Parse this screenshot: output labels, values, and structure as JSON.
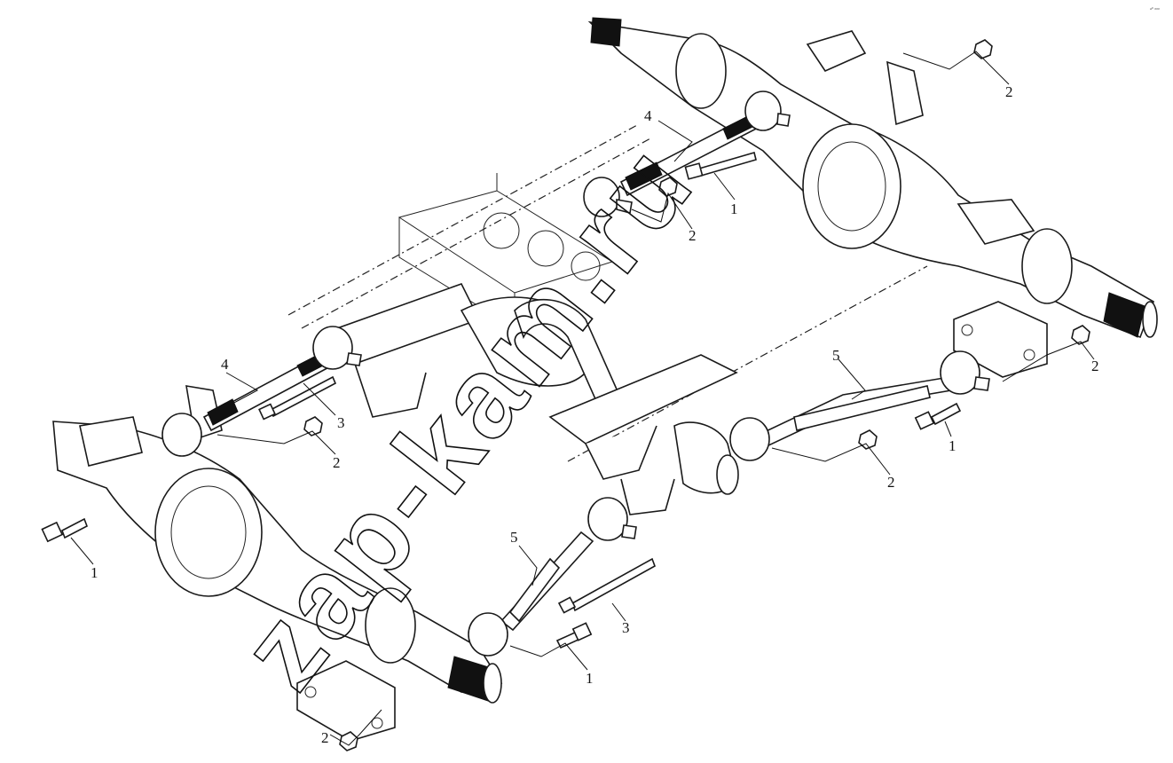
{
  "watermark": "zap-kam.ru",
  "corner_mark": "ᵊ° ᵒᵒᵒ",
  "callouts": [
    {
      "id": "c1",
      "text": "2"
    },
    {
      "id": "c2",
      "text": "4"
    },
    {
      "id": "c3",
      "text": "1"
    },
    {
      "id": "c4",
      "text": "2"
    },
    {
      "id": "c5",
      "text": "4"
    },
    {
      "id": "c6",
      "text": "3"
    },
    {
      "id": "c7",
      "text": "2"
    },
    {
      "id": "c8",
      "text": "5"
    },
    {
      "id": "c9",
      "text": "2"
    },
    {
      "id": "c10",
      "text": "1"
    },
    {
      "id": "c11",
      "text": "2"
    },
    {
      "id": "c12",
      "text": "1"
    },
    {
      "id": "c13",
      "text": "5"
    },
    {
      "id": "c14",
      "text": "3"
    },
    {
      "id": "c15",
      "text": "1"
    },
    {
      "id": "c16",
      "text": "2"
    }
  ]
}
